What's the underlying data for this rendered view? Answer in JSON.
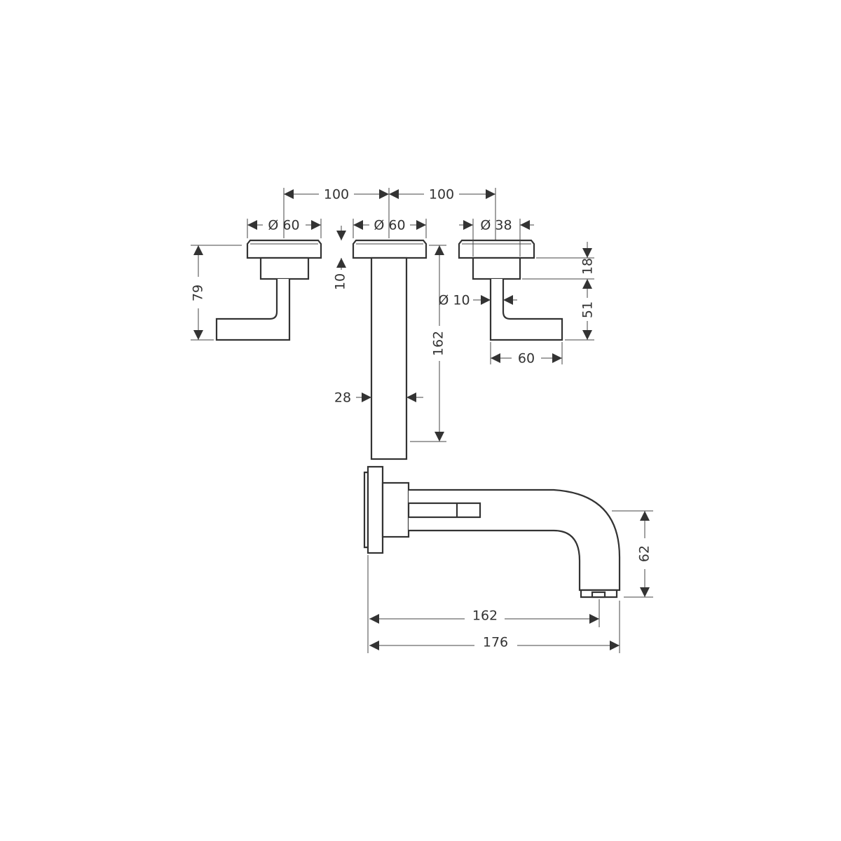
{
  "drawing": {
    "handle_spacing_left": "100",
    "handle_spacing_right": "100",
    "left_handle": {
      "rosette_diameter": "Ø 60",
      "height": "79"
    },
    "spout_wall": {
      "rosette_diameter": "Ø 60",
      "rosette_thickness": "10",
      "pipe_length": "162",
      "pipe_diameter": "28"
    },
    "right_handle": {
      "rosette_diameter": "Ø 38",
      "lever_diameter": "Ø 10",
      "sleeve_height": "18",
      "lever_height": "51",
      "lever_length": "60"
    },
    "spout": {
      "height": "62",
      "projection_outlet": "162",
      "projection_total": "176"
    }
  }
}
